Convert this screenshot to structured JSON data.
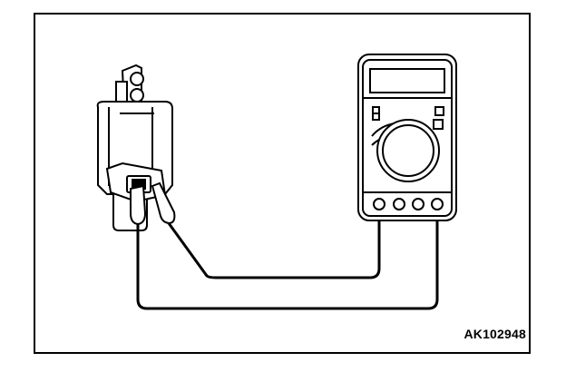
{
  "figure": {
    "id_label": "AK102948"
  },
  "components": {
    "sensor": "solenoid-valve-component",
    "meter": "digital-multimeter"
  },
  "colors": {
    "line": "#000000",
    "background": "#ffffff"
  }
}
